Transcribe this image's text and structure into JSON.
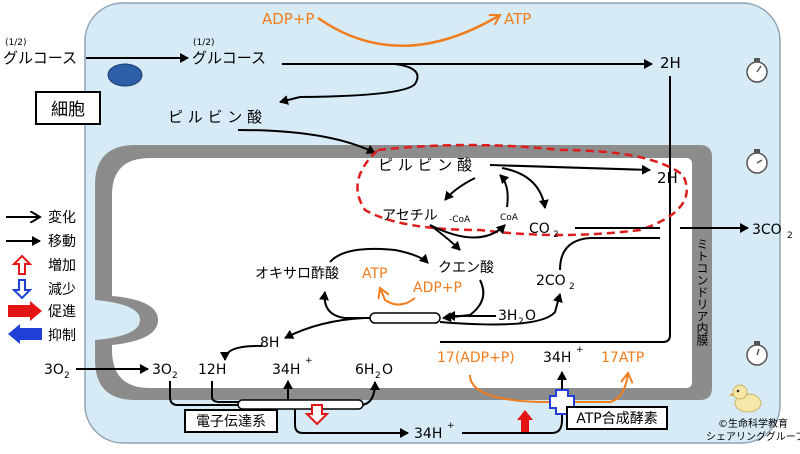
{
  "cell": {
    "label": "細胞",
    "glucose_outside": "グルコース",
    "glucose_inside": "グルコース",
    "half_outside": "(1/2)",
    "half_inside": "(1/2)",
    "adp_p": "ADP+P",
    "atp": "ATP",
    "two_h_top": "2H",
    "pyruvate": "ピ ル ビ ン 酸"
  },
  "mito": {
    "membrane_label": "ミトコンドリア内膜",
    "pyruvate": "ピ ル ビ ン 酸",
    "two_h": "2H",
    "acetyl": "アセチル",
    "acetyl_sub": "-CoA",
    "coa": "CoA",
    "co2": "CO",
    "co2_sub": "2",
    "oxaloacetate": "オキサロ酢酸",
    "citrate": "クエン酸",
    "atp": "ATP",
    "adp_p": "ADP+P",
    "two_co2": "2CO",
    "two_co2_sub": "2",
    "three_h2o": "3H",
    "three_h2o_sub": "2",
    "three_h2o_tail": "O",
    "eight_h": "8H",
    "three_o2_inner": "3O",
    "three_o2_inner_sub": "2",
    "twelve_h": "12H",
    "h_plus_34": "34H",
    "h_plus_sup": "+",
    "six_h2o": "6H",
    "six_h2o_sub": "2",
    "six_h2o_tail": "O",
    "adp17": "17(ADP+P)",
    "h_plus_34_right": "34H",
    "atp17": "17ATP",
    "etc_label": "電子伝達系",
    "atp_synthase_label": "ATP合成酵素",
    "h_plus_34_bottom": "34H"
  },
  "outside": {
    "three_co2": "3CO",
    "three_co2_sub": "2",
    "three_o2": "3O",
    "three_o2_sub": "2"
  },
  "legend": {
    "items": [
      {
        "label": "変化"
      },
      {
        "label": "移動"
      },
      {
        "label": "増加"
      },
      {
        "label": "減少"
      },
      {
        "label": "促進"
      },
      {
        "label": "抑制"
      }
    ]
  },
  "credit": {
    "line1": "©生命科学教育",
    "line2": "シェアリンググループ"
  },
  "colors": {
    "cell_fill": "#d7ebf7",
    "mito_border": "#8c8c8c",
    "orange": "#f07d1e",
    "red_dashed": "#dd1c1c",
    "blue": "#1f3fd6",
    "red": "#e31515"
  }
}
